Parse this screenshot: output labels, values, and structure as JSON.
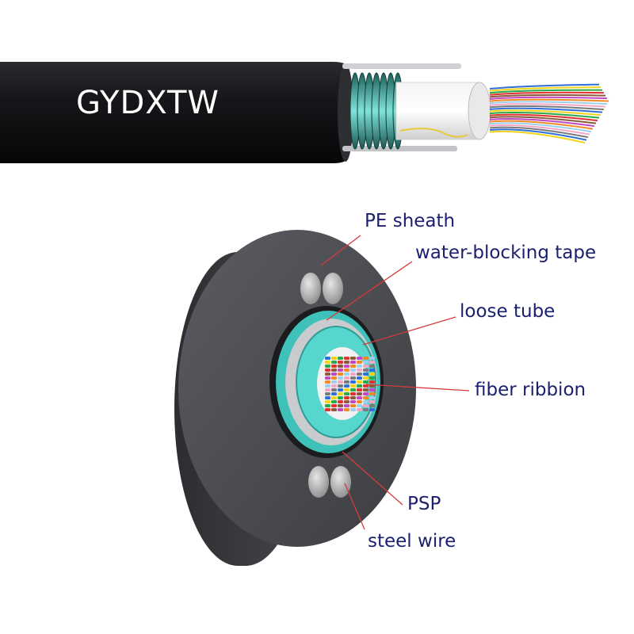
{
  "cable": {
    "model_label": "GYDXTW"
  },
  "cross_section": {
    "labels": {
      "pe_sheath": "PE sheath",
      "water_blocking_tape": "water-blocking tape",
      "loose_tube": "loose tube",
      "fiber_ribbon": "fiber ribbion",
      "psp": "PSP",
      "steel_wire": "steel wire"
    }
  },
  "colors": {
    "label_text": "#1a1f6e",
    "leader_line": "#d83a3a",
    "sheath": "#4a4c51",
    "loose_tube": "#4fd0c8",
    "fiber_colors": [
      "#2f6fd6",
      "#f2d31b",
      "#27a84a",
      "#e03030",
      "#8a5a3b",
      "#c048c8",
      "#f08a24",
      "#9bd0f0",
      "#f4a7c4",
      "#7a7a7a"
    ]
  }
}
